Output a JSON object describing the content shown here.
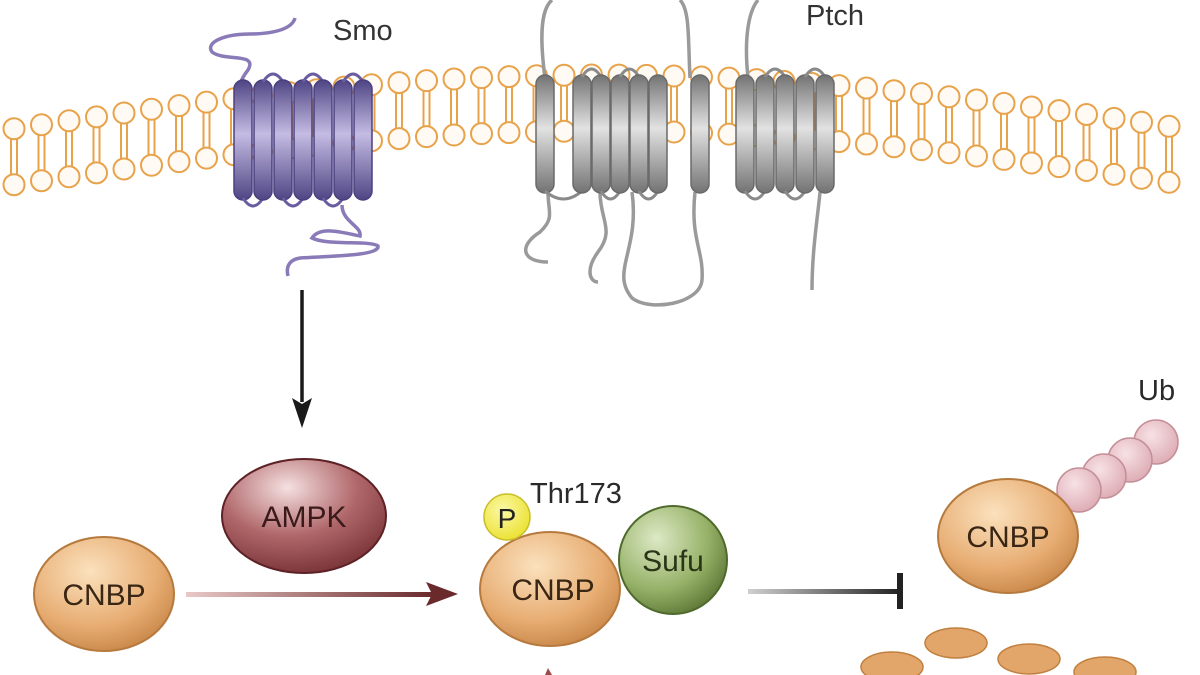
{
  "diagram": {
    "labels": {
      "smo": "Smo",
      "ptch": "Ptch",
      "ampk": "AMPK",
      "cnbp": "CNBP",
      "phospho": "P",
      "thr173": "Thr173",
      "sufu": "Sufu",
      "ub": "Ub"
    },
    "colors": {
      "membrane": "#e8a24a",
      "smo": "#8a7bb8",
      "ptch": "#a0a0a0",
      "ampk": "#8e3f42",
      "cnbp": "#e0a46a",
      "sufu": "#7f9a4e",
      "phospho": "#f2ea3c",
      "ubiquitin": "#e3b4bc"
    }
  }
}
